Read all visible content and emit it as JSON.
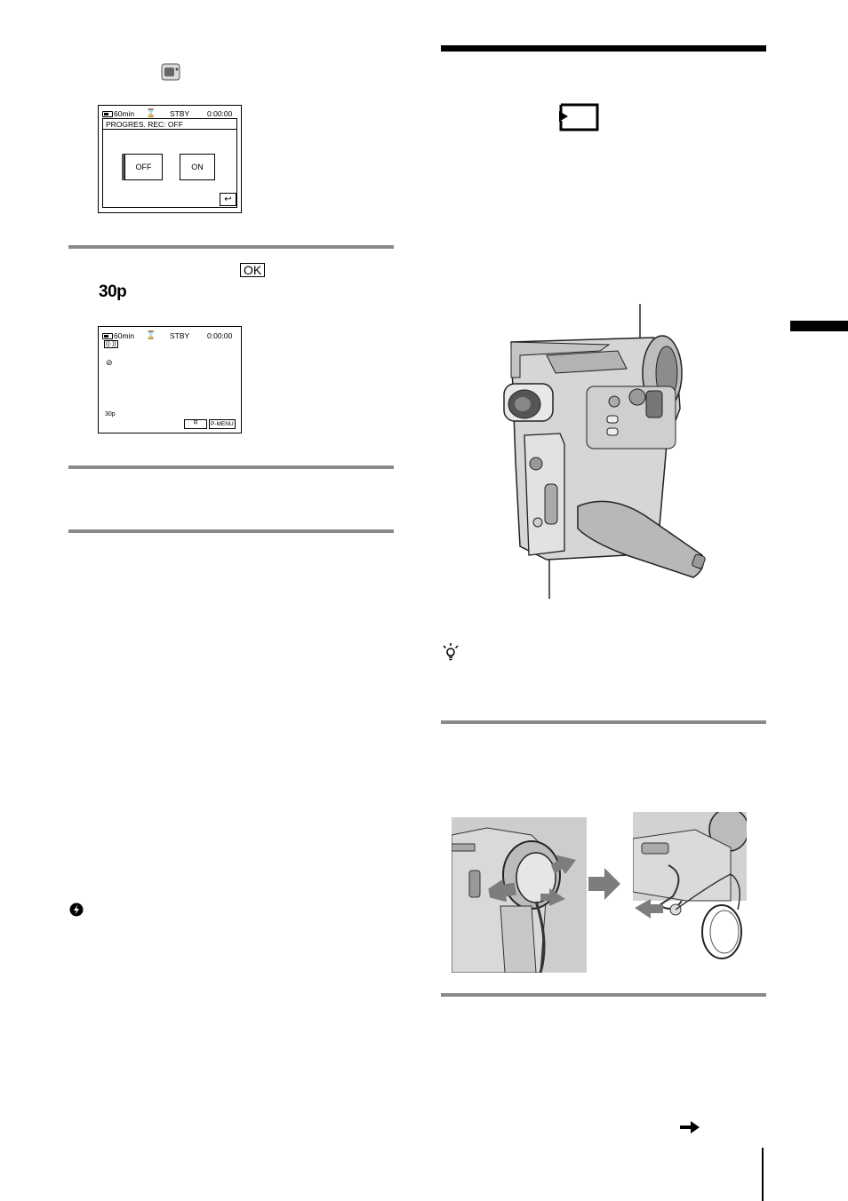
{
  "left": {
    "screen1": {
      "battery": "60min",
      "tape_icon": "tape-icon",
      "status": "STBY",
      "timecode": "0:00:00",
      "title": "PROGRES. REC: OFF",
      "btn_off": "OFF",
      "btn_on": "ON",
      "return_glyph": "↩"
    },
    "ok_label": "OK",
    "mode_label": "30p",
    "screen2": {
      "battery": "60min",
      "tape_icon": "tape-icon",
      "status": "STBY",
      "timecode": "0:00:00",
      "mode": "30p",
      "menu": "P-MENU"
    }
  },
  "colors": {
    "rule_gray": "#8a8a8a",
    "arrow_gray": "#7d7d7d"
  }
}
